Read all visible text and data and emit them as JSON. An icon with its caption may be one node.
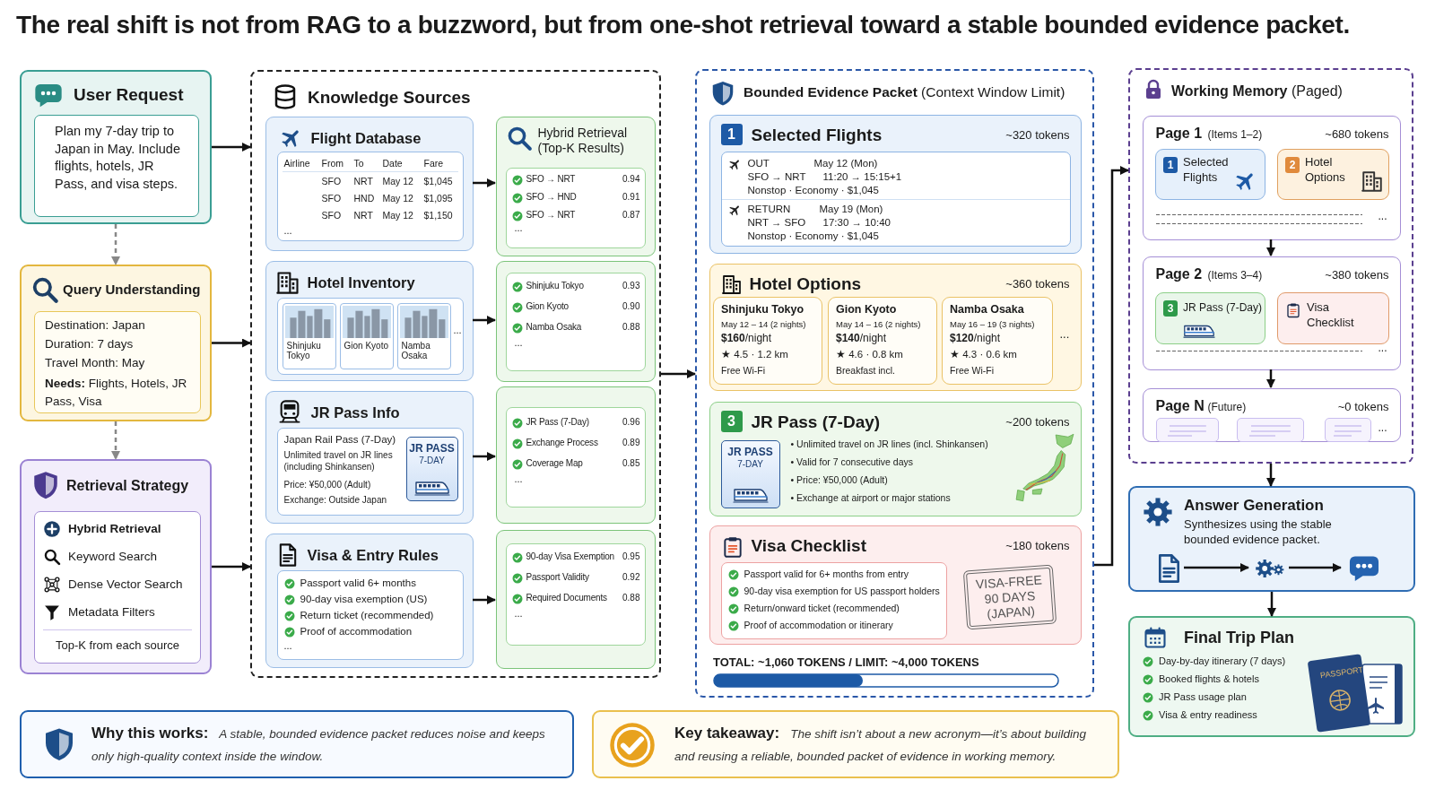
{
  "diagram": {
    "title": "The real shift is not from RAG to a buzzword, but from one-shot retrieval toward a stable bounded evidence packet.",
    "nodes": [
      {
        "text": [
          "User Request",
          "Plan my 7-day trip to Japan in May. Include flights, hotels, JR Pass, and visa steps."
        ]
      },
      {
        "text": [
          "Query Understanding",
          "Destination: Japan",
          "Duration: 7 days",
          "Travel Month: May",
          "**Needs:** Flights, Hotels, JR Pass, Visa"
        ]
      },
      {
        "text": [
          "Retrieval Strategy",
          "Hybrid Retrieval",
          "Keyword Search",
          "Dense Vector Search",
          "Metadata Filters",
          "Top-K from each source"
        ]
      },
      {
        "text": [
          "Knowledge Sources"
        ]
      },
      {
        "text": [
          "Flight Database",
          "Airline",
          "From",
          "To",
          "Date",
          "Fare",
          "SFO",
          "NRT",
          "May 12",
          "$1,045",
          "SFO",
          "HND",
          "May 12",
          "$1,095",
          "SFO",
          "NRT",
          "May 12",
          "$1,150",
          "..."
        ],
        "in": 3
      },
      {
        "text": [
          "Hybrid Retrieval (Top-K Results)",
          "SFO → NRT",
          "0.94",
          "SFO → HND",
          "0.91",
          "SFO → NRT",
          "0.87",
          "..."
        ],
        "in": 3
      },
      {
        "text": [
          "Hotel Inventory",
          "Shinjuku Tokyo",
          "Gion Kyoto",
          "Namba Osaka",
          "..."
        ],
        "in": 3
      },
      {
        "text": [
          "Shinjuku Tokyo",
          "0.93",
          "Gion Kyoto",
          "0.90",
          "Namba Osaka",
          "0.88",
          "..."
        ],
        "in": 3
      },
      {
        "text": [
          "JR Pass Info",
          "Japan Rail Pass (7-Day)",
          "Unlimited travel on JR lines (including Shinkansen)",
          "Price: ¥50,000 (Adult)",
          "Exchange: Outside Japan",
          "JR PASS",
          "7-DAY"
        ],
        "in": 3
      },
      {
        "text": [
          "JR Pass (7-Day)",
          "0.96",
          "Exchange Process",
          "0.89",
          "Coverage Map",
          "0.85",
          "..."
        ],
        "in": 3
      },
      {
        "text": [
          "Visa & Entry Rules",
          "Passport valid 6+ months",
          "90-day visa exemption (US)",
          "Return ticket (recommended)",
          "Proof of accommodation",
          "..."
        ],
        "in": 3
      },
      {
        "text": [
          "90-day Visa Exemption",
          "0.95",
          "Passport Validity",
          "0.92",
          "Required Documents",
          "0.88",
          "..."
        ],
        "in": 3
      },
      {
        "text": [
          "**Bounded Evidence Packet** (Context Window Limit)",
          "TOTAL: ~1,060 TOKENS / LIMIT: ~4,000 TOKENS"
        ]
      },
      {
        "text": [
          "1",
          "Selected Flights",
          "~320 tokens",
          "OUT",
          "May 12 (Mon)",
          "SFO → NRT",
          "11:20 → 15:15+1",
          "Nonstop · Economy · $1,045",
          "RETURN",
          "May 19 (Mon)",
          "NRT → SFO",
          "17:30 → 10:40",
          "Nonstop · Economy · $1,045"
        ],
        "in": 12
      },
      {
        "text": [
          "Hotel Options",
          "~360 tokens",
          "..."
        ],
        "in": 12
      },
      {
        "text": [
          "Shinjuku Tokyo",
          "May 12 – 14 (2 nights)",
          "**$160**/night",
          "★ 4.5 · 1.2 km",
          "Free Wi-Fi"
        ],
        "in": 14
      },
      {
        "text": [
          "Gion Kyoto",
          "May 14 – 16 (2 nights)",
          "**$140**/night",
          "★ 4.6 · 0.8 km",
          "Breakfast incl."
        ],
        "in": 14
      },
      {
        "text": [
          "Namba Osaka",
          "May 16 – 19 (3 nights)",
          "**$120**/night",
          "★ 4.3 · 0.6 km",
          "Free Wi-Fi"
        ],
        "in": 14
      },
      {
        "text": [
          "3",
          "JR Pass (7-Day)",
          "~200 tokens",
          "JR PASS",
          "7-DAY",
          "• Unlimited travel on JR lines (incl. Shinkansen)",
          "• Valid for 7 consecutive days",
          "• Price: ¥50,000 (Adult)",
          "• Exchange at airport or major stations"
        ],
        "in": 12
      },
      {
        "text": [
          "Visa Checklist",
          "~180 tokens",
          "Passport valid for 6+ months from entry",
          "90-day visa exemption for US passport holders",
          "Return/onward ticket (recommended)",
          "Proof of accommodation or itinerary",
          "VISA-FREE 90 DAYS (JAPAN)"
        ],
        "in": 12
      },
      {
        "text": [
          "**Working Memory** (Paged)"
        ]
      },
      {
        "text": [
          "Page 1",
          "(Items 1–2)",
          "~680 tokens",
          "..."
        ],
        "in": 20
      },
      {
        "text": [
          "1",
          "Selected Flights"
        ],
        "in": 21
      },
      {
        "text": [
          "2",
          "Hotel Options"
        ],
        "in": 21
      },
      {
        "text": [
          "Page 2",
          "(Items 3–4)",
          "~380 tokens",
          "..."
        ],
        "in": 20
      },
      {
        "text": [
          "3",
          "JR Pass (7-Day)"
        ],
        "in": 24
      },
      {
        "text": [
          "Visa Checklist"
        ],
        "in": 24
      },
      {
        "text": [
          "Page N",
          "(Future)",
          "~0 tokens",
          "..."
        ],
        "in": 20
      },
      {
        "text": [],
        "shape": "box",
        "in": 27
      },
      {
        "text": [],
        "shape": "box",
        "in": 27
      },
      {
        "text": [],
        "shape": "box",
        "in": 27
      },
      {
        "text": [
          "Answer Generation",
          "Synthesizes using the stable bounded evidence packet."
        ]
      },
      {
        "text": [],
        "shape": "picture",
        "in": 31
      },
      {
        "text": [],
        "shape": "picture",
        "in": 31
      },
      {
        "text": [],
        "shape": "picture",
        "in": 31
      },
      {
        "text": [
          "Final Trip Plan",
          "Day-by-day itinerary (7 days)",
          "Booked flights & hotels",
          "JR Pass usage plan",
          "Visa & entry readiness",
          "PASSPORT"
        ]
      },
      {
        "text": [
          "Why this works:",
          "A stable, bounded evidence packet reduces noise and keeps only high-quality context inside the window."
        ]
      },
      {
        "text": [
          "Key takeaway:",
          "The shift isn’t about a new acronym—it’s about building and reusing a reliable, bounded packet of evidence in working memory."
        ]
      }
    ],
    "edges": [
      {
        "from": 0,
        "to": 1,
        "arrow": "to",
        "style": "dashed",
        "color": "#888888"
      },
      {
        "from": 1,
        "to": 2,
        "arrow": "to",
        "style": "dashed",
        "color": "#888888"
      },
      {
        "from": 0,
        "to": 3,
        "arrow": "to"
      },
      {
        "from": 1,
        "to": 3,
        "arrow": "to"
      },
      {
        "from": 2,
        "to": 3,
        "arrow": "to"
      },
      {
        "from": 4,
        "to": 5,
        "arrow": "to"
      },
      {
        "from": 6,
        "to": 7,
        "arrow": "to"
      },
      {
        "from": 8,
        "to": 9,
        "arrow": "to"
      },
      {
        "from": 10,
        "to": 11,
        "arrow": "to"
      },
      {
        "from": 3,
        "to": 12,
        "arrow": "to"
      },
      {
        "from": 12,
        "to": 20,
        "arrow": "to"
      },
      {
        "from": 21,
        "to": 24,
        "arrow": "to"
      },
      {
        "from": 24,
        "to": 27,
        "arrow": "to"
      },
      {
        "from": 20,
        "to": 31,
        "arrow": "to"
      },
      {
        "from": 32,
        "to": 33,
        "arrow": "to"
      },
      {
        "from": 33,
        "to": 34,
        "arrow": "to"
      },
      {
        "from": 31,
        "to": 35,
        "arrow": "to"
      }
    ]
  }
}
